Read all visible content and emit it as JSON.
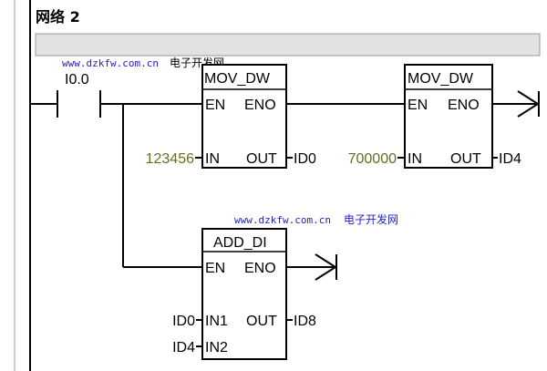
{
  "network": {
    "title": "网络 2"
  },
  "watermark": {
    "url": "www.dzkfw.com.cn",
    "text": "电子开发网"
  },
  "contact": {
    "label": "I0.0"
  },
  "blocks": [
    {
      "name": "MOV_DW",
      "en": "EN",
      "eno": "ENO",
      "in": "IN",
      "out": "OUT",
      "in_value": "123456",
      "out_value": "ID0"
    },
    {
      "name": "MOV_DW",
      "en": "EN",
      "eno": "ENO",
      "in": "IN",
      "out": "OUT",
      "in_value": "700000",
      "out_value": "ID4"
    },
    {
      "name": "ADD_DI",
      "en": "EN",
      "eno": "ENO",
      "in1": "IN1",
      "in2": "IN2",
      "out": "OUT",
      "in1_value": "ID0",
      "in2_value": "ID4",
      "out_value": "ID8"
    }
  ],
  "colors": {
    "constant": "#6b6b1f",
    "watermark": "#2222cc",
    "comment_bar": "#e2e2e2"
  }
}
